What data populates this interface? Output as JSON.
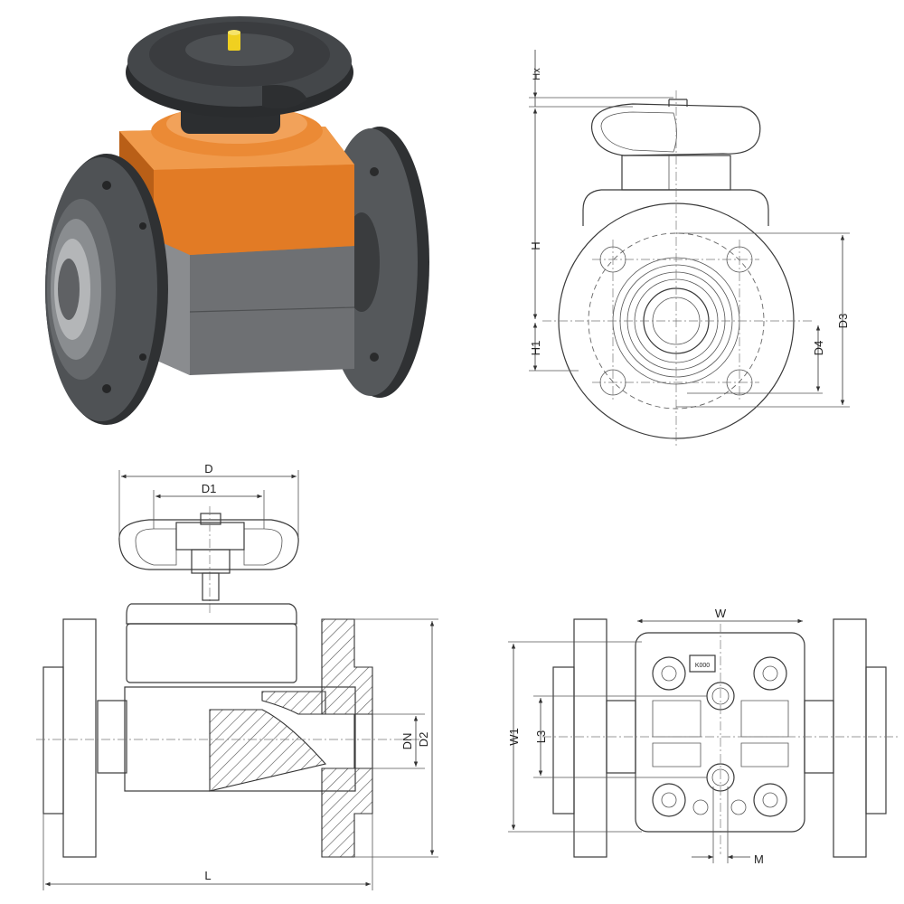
{
  "labels": {
    "hx": "Hx",
    "h": "H",
    "h1": "H1",
    "d3": "D3",
    "d4": "D4",
    "d": "D",
    "d1": "D1",
    "dn": "DN",
    "d2": "D2",
    "l": "L",
    "w": "W",
    "w1": "W1",
    "l3": "L3",
    "m": "M",
    "mark": "K000"
  },
  "colors": {
    "handwheel": "#3f4143",
    "bonnet_orange": "#e07a27",
    "bonnet_orange_dark": "#b95f17",
    "body_grey": "#6b6d70",
    "flange_grey": "#4a4c4f",
    "indicator_yellow": "#f0d020"
  }
}
